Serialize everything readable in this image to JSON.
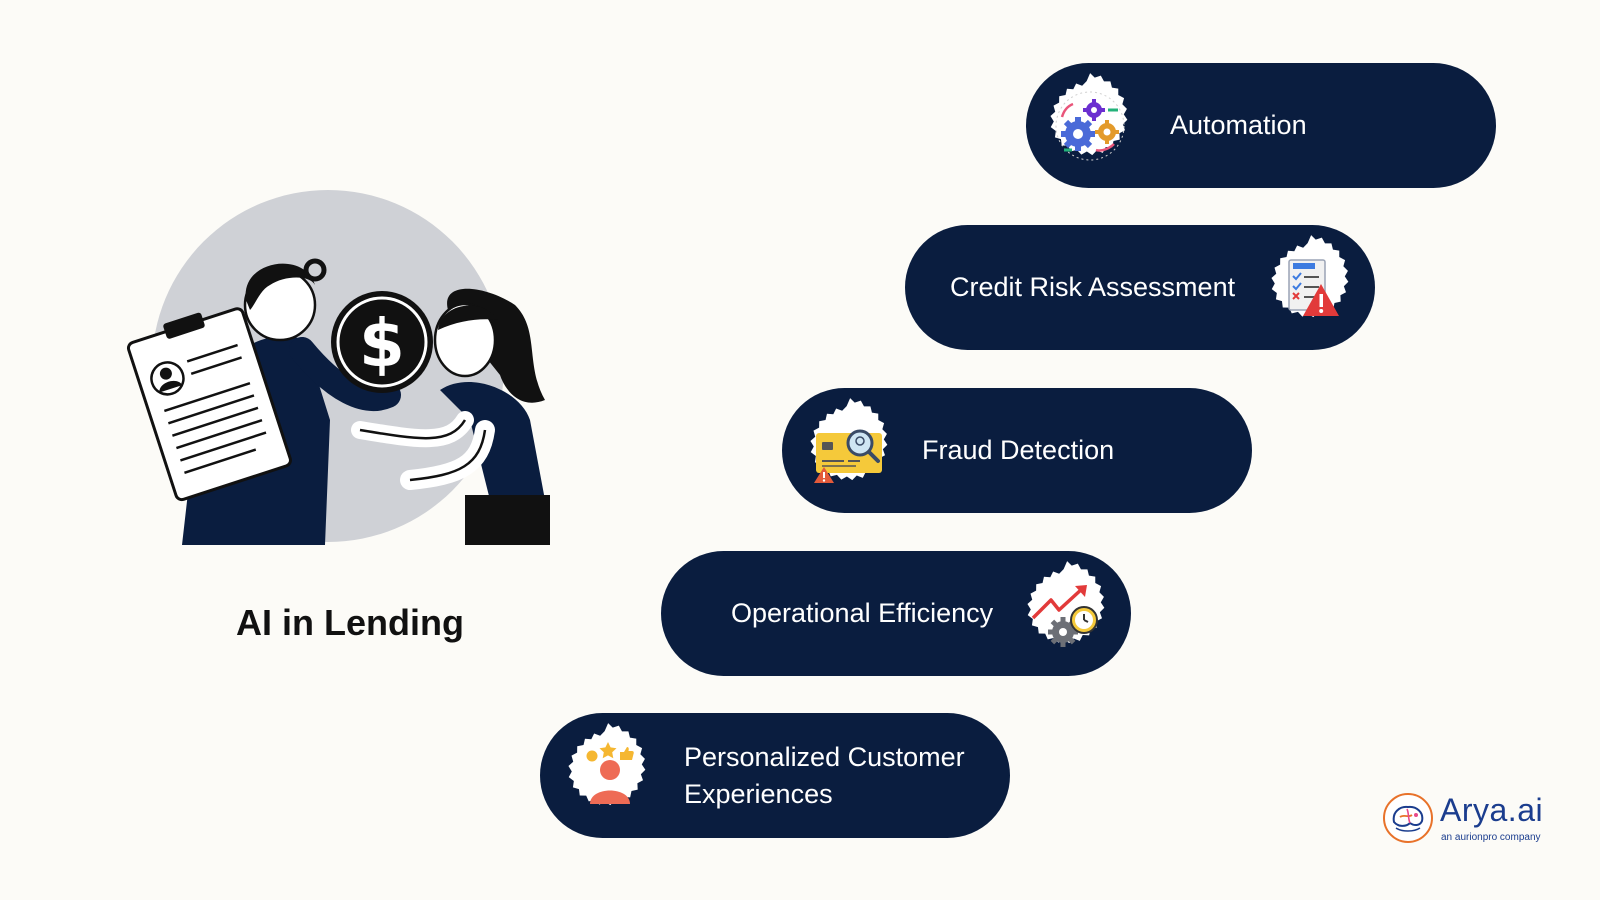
{
  "title": "AI in Lending",
  "benefits": [
    {
      "label": "Automation",
      "icon": "gears-icon"
    },
    {
      "label": "Credit Risk Assessment",
      "icon": "checklist-warning-icon"
    },
    {
      "label": "Fraud Detection",
      "icon": "card-magnifier-icon"
    },
    {
      "label": "Operational Efficiency",
      "icon": "growth-gear-clock-icon"
    },
    {
      "label": "Personalized Customer Experiences",
      "icon": "user-star-icon"
    }
  ],
  "logo": {
    "name": "Arya.ai",
    "tagline": "an aurionpro company"
  },
  "colors": {
    "pill": "#0a1d3f",
    "background": "#fcfbf7",
    "circle": "#cfd1d6"
  }
}
